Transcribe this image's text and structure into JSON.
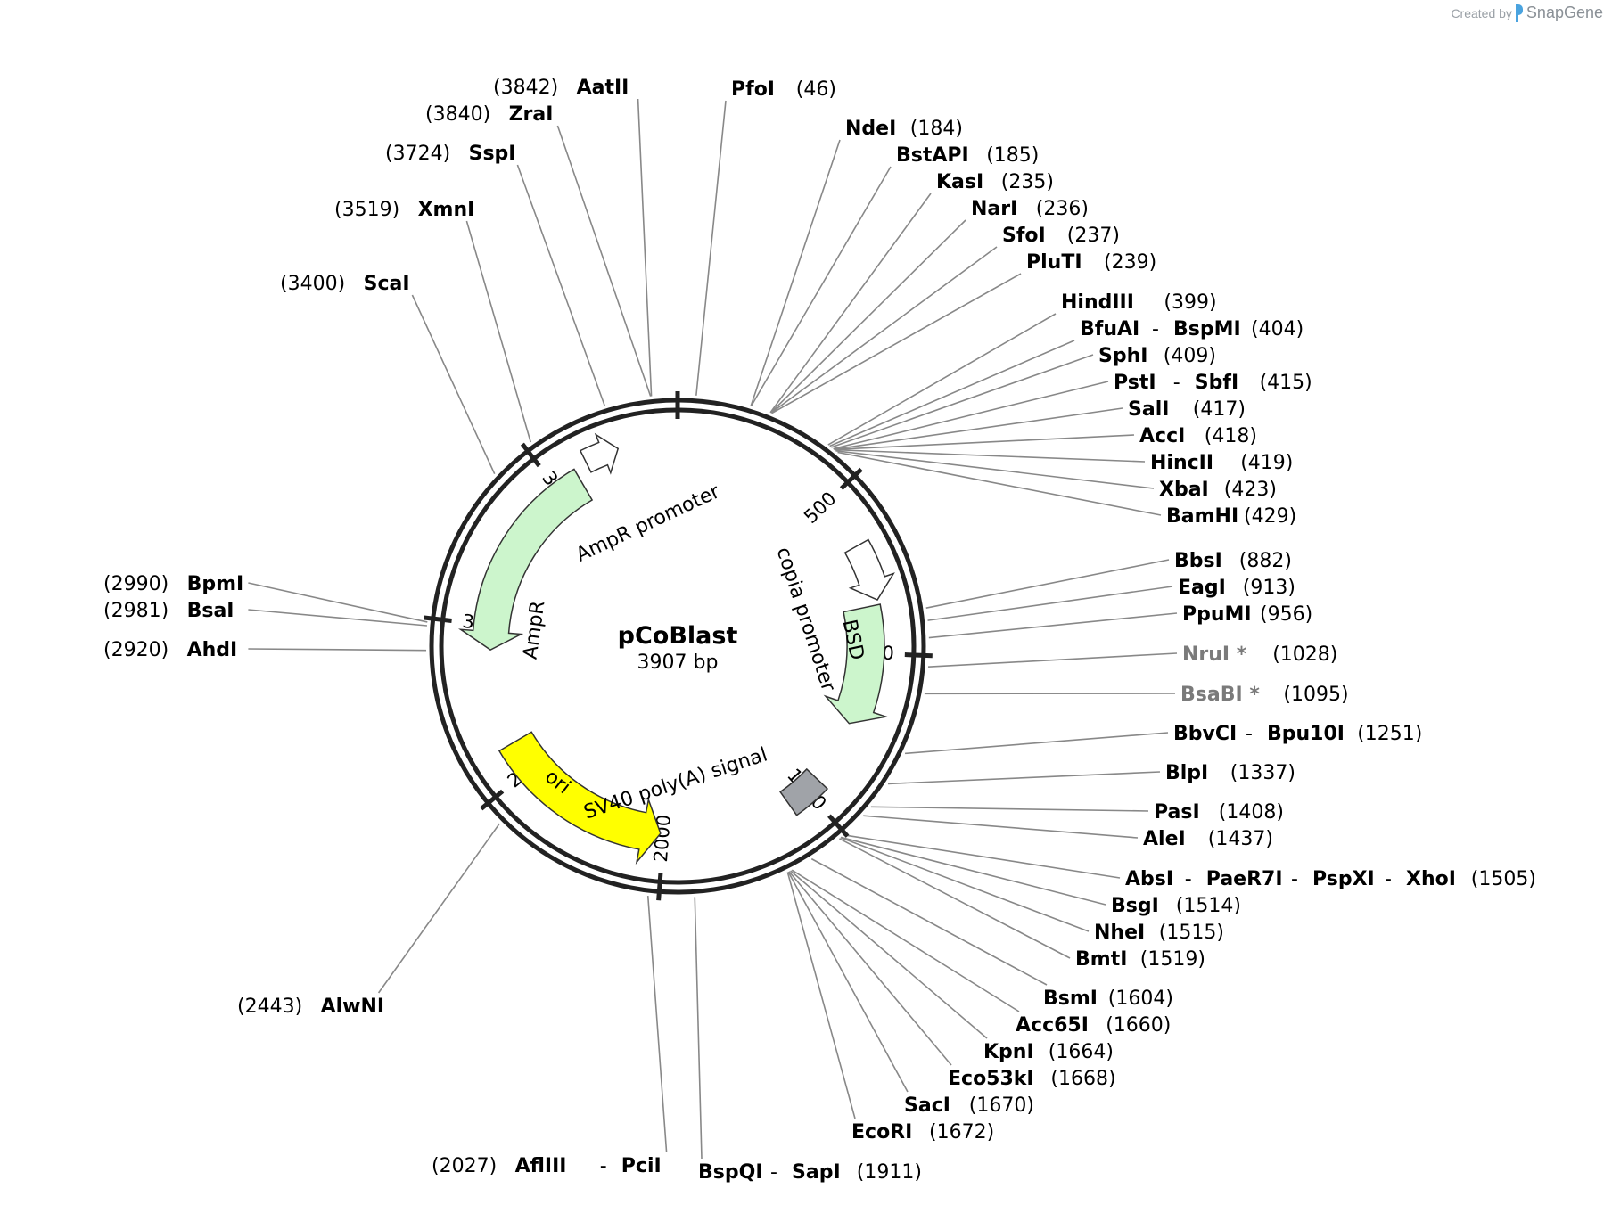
{
  "credit": {
    "prefix": "Created by",
    "brand": "SnapGene"
  },
  "plasmid": {
    "name": "pCoBlast",
    "length_label": "3907 bp",
    "length_bp": 3907
  },
  "ticks": [
    {
      "label": "500",
      "pos": 500
    },
    {
      "label": "1000",
      "pos": 1000
    },
    {
      "label": "1500",
      "pos": 1500
    },
    {
      "label": "2000",
      "pos": 2000
    },
    {
      "label": "2500",
      "pos": 2500
    },
    {
      "label": "3000",
      "pos": 3000
    },
    {
      "label": "3500",
      "pos": 3500
    }
  ],
  "features": [
    {
      "name": "AmpR promoter",
      "start": 3620,
      "end": 3725,
      "direction": "forward",
      "color": "#ffffff"
    },
    {
      "name": "AmpR",
      "start": 2918,
      "end": 3578,
      "direction": "reverse",
      "color": "#ccf5cc"
    },
    {
      "name": "copia promoter",
      "start": 660,
      "end": 835,
      "direction": "forward",
      "color": "#ffffff"
    },
    {
      "name": "BSD",
      "start": 850,
      "end": 1240,
      "direction": "forward",
      "color": "#ccf5cc"
    },
    {
      "name": "SV40 poly(A) signal",
      "start": 1450,
      "end": 1572,
      "direction": "none",
      "color": "#a0a3a8"
    },
    {
      "name": "ori",
      "start": 2010,
      "end": 2600,
      "direction": "reverse",
      "color": "#ffff00"
    }
  ],
  "sites": [
    {
      "enzymes": [
        "AatII"
      ],
      "pos": "(3842)",
      "gray": false
    },
    {
      "enzymes": [
        "ZraI"
      ],
      "pos": "(3840)",
      "gray": false
    },
    {
      "enzymes": [
        "SspI"
      ],
      "pos": "(3724)",
      "gray": false
    },
    {
      "enzymes": [
        "XmnI"
      ],
      "pos": "(3519)",
      "gray": false
    },
    {
      "enzymes": [
        "ScaI"
      ],
      "pos": "(3400)",
      "gray": false
    },
    {
      "enzymes": [
        "BpmI"
      ],
      "pos": "(2990)",
      "gray": false
    },
    {
      "enzymes": [
        "BsaI"
      ],
      "pos": "(2981)",
      "gray": false
    },
    {
      "enzymes": [
        "AhdI"
      ],
      "pos": "(2920)",
      "gray": false
    },
    {
      "enzymes": [
        "AlwNI"
      ],
      "pos": "(2443)",
      "gray": false
    },
    {
      "enzymes": [
        "AflIII",
        "PciI"
      ],
      "pos": "(2027)",
      "gray": false
    },
    {
      "enzymes": [
        "PfoI"
      ],
      "pos": "(46)",
      "gray": false
    },
    {
      "enzymes": [
        "NdeI"
      ],
      "pos": "(184)",
      "gray": false
    },
    {
      "enzymes": [
        "BstAPI"
      ],
      "pos": "(185)",
      "gray": false
    },
    {
      "enzymes": [
        "KasI"
      ],
      "pos": "(235)",
      "gray": false
    },
    {
      "enzymes": [
        "NarI"
      ],
      "pos": "(236)",
      "gray": false
    },
    {
      "enzymes": [
        "SfoI"
      ],
      "pos": "(237)",
      "gray": false
    },
    {
      "enzymes": [
        "PluTI"
      ],
      "pos": "(239)",
      "gray": false
    },
    {
      "enzymes": [
        "HindIII"
      ],
      "pos": "(399)",
      "gray": false
    },
    {
      "enzymes": [
        "BfuAI",
        "BspMI"
      ],
      "pos": "(404)",
      "gray": false
    },
    {
      "enzymes": [
        "SphI"
      ],
      "pos": "(409)",
      "gray": false
    },
    {
      "enzymes": [
        "PstI",
        "SbfI"
      ],
      "pos": "(415)",
      "gray": false
    },
    {
      "enzymes": [
        "SalI"
      ],
      "pos": "(417)",
      "gray": false
    },
    {
      "enzymes": [
        "AccI"
      ],
      "pos": "(418)",
      "gray": false
    },
    {
      "enzymes": [
        "HincII"
      ],
      "pos": "(419)",
      "gray": false
    },
    {
      "enzymes": [
        "XbaI"
      ],
      "pos": "(423)",
      "gray": false
    },
    {
      "enzymes": [
        "BamHI"
      ],
      "pos": "(429)",
      "gray": false
    },
    {
      "enzymes": [
        "BbsI"
      ],
      "pos": "(882)",
      "gray": false
    },
    {
      "enzymes": [
        "EagI"
      ],
      "pos": "(913)",
      "gray": false
    },
    {
      "enzymes": [
        "PpuMI"
      ],
      "pos": "(956)",
      "gray": false
    },
    {
      "enzymes": [
        "NruI *"
      ],
      "pos": "(1028)",
      "gray": true
    },
    {
      "enzymes": [
        "BsaBI *"
      ],
      "pos": "(1095)",
      "gray": true
    },
    {
      "enzymes": [
        "BbvCI",
        "Bpu10I"
      ],
      "pos": "(1251)",
      "gray": false
    },
    {
      "enzymes": [
        "BlpI"
      ],
      "pos": "(1337)",
      "gray": false
    },
    {
      "enzymes": [
        "PasI"
      ],
      "pos": "(1408)",
      "gray": false
    },
    {
      "enzymes": [
        "AleI"
      ],
      "pos": "(1437)",
      "gray": false
    },
    {
      "enzymes": [
        "AbsI",
        "PaeR7I",
        "PspXI",
        "XhoI"
      ],
      "pos": "(1505)",
      "gray": false
    },
    {
      "enzymes": [
        "BsgI"
      ],
      "pos": "(1514)",
      "gray": false
    },
    {
      "enzymes": [
        "NheI"
      ],
      "pos": "(1515)",
      "gray": false
    },
    {
      "enzymes": [
        "BmtI"
      ],
      "pos": "(1519)",
      "gray": false
    },
    {
      "enzymes": [
        "BsmI"
      ],
      "pos": "(1604)",
      "gray": false
    },
    {
      "enzymes": [
        "Acc65I"
      ],
      "pos": "(1660)",
      "gray": false
    },
    {
      "enzymes": [
        "KpnI"
      ],
      "pos": "(1664)",
      "gray": false
    },
    {
      "enzymes": [
        "Eco53kI"
      ],
      "pos": "(1668)",
      "gray": false
    },
    {
      "enzymes": [
        "SacI"
      ],
      "pos": "(1670)",
      "gray": false
    },
    {
      "enzymes": [
        "EcoRI"
      ],
      "pos": "(1672)",
      "gray": false
    },
    {
      "enzymes": [
        "BspQI",
        "SapI"
      ],
      "pos": "(1911)",
      "gray": false
    }
  ]
}
